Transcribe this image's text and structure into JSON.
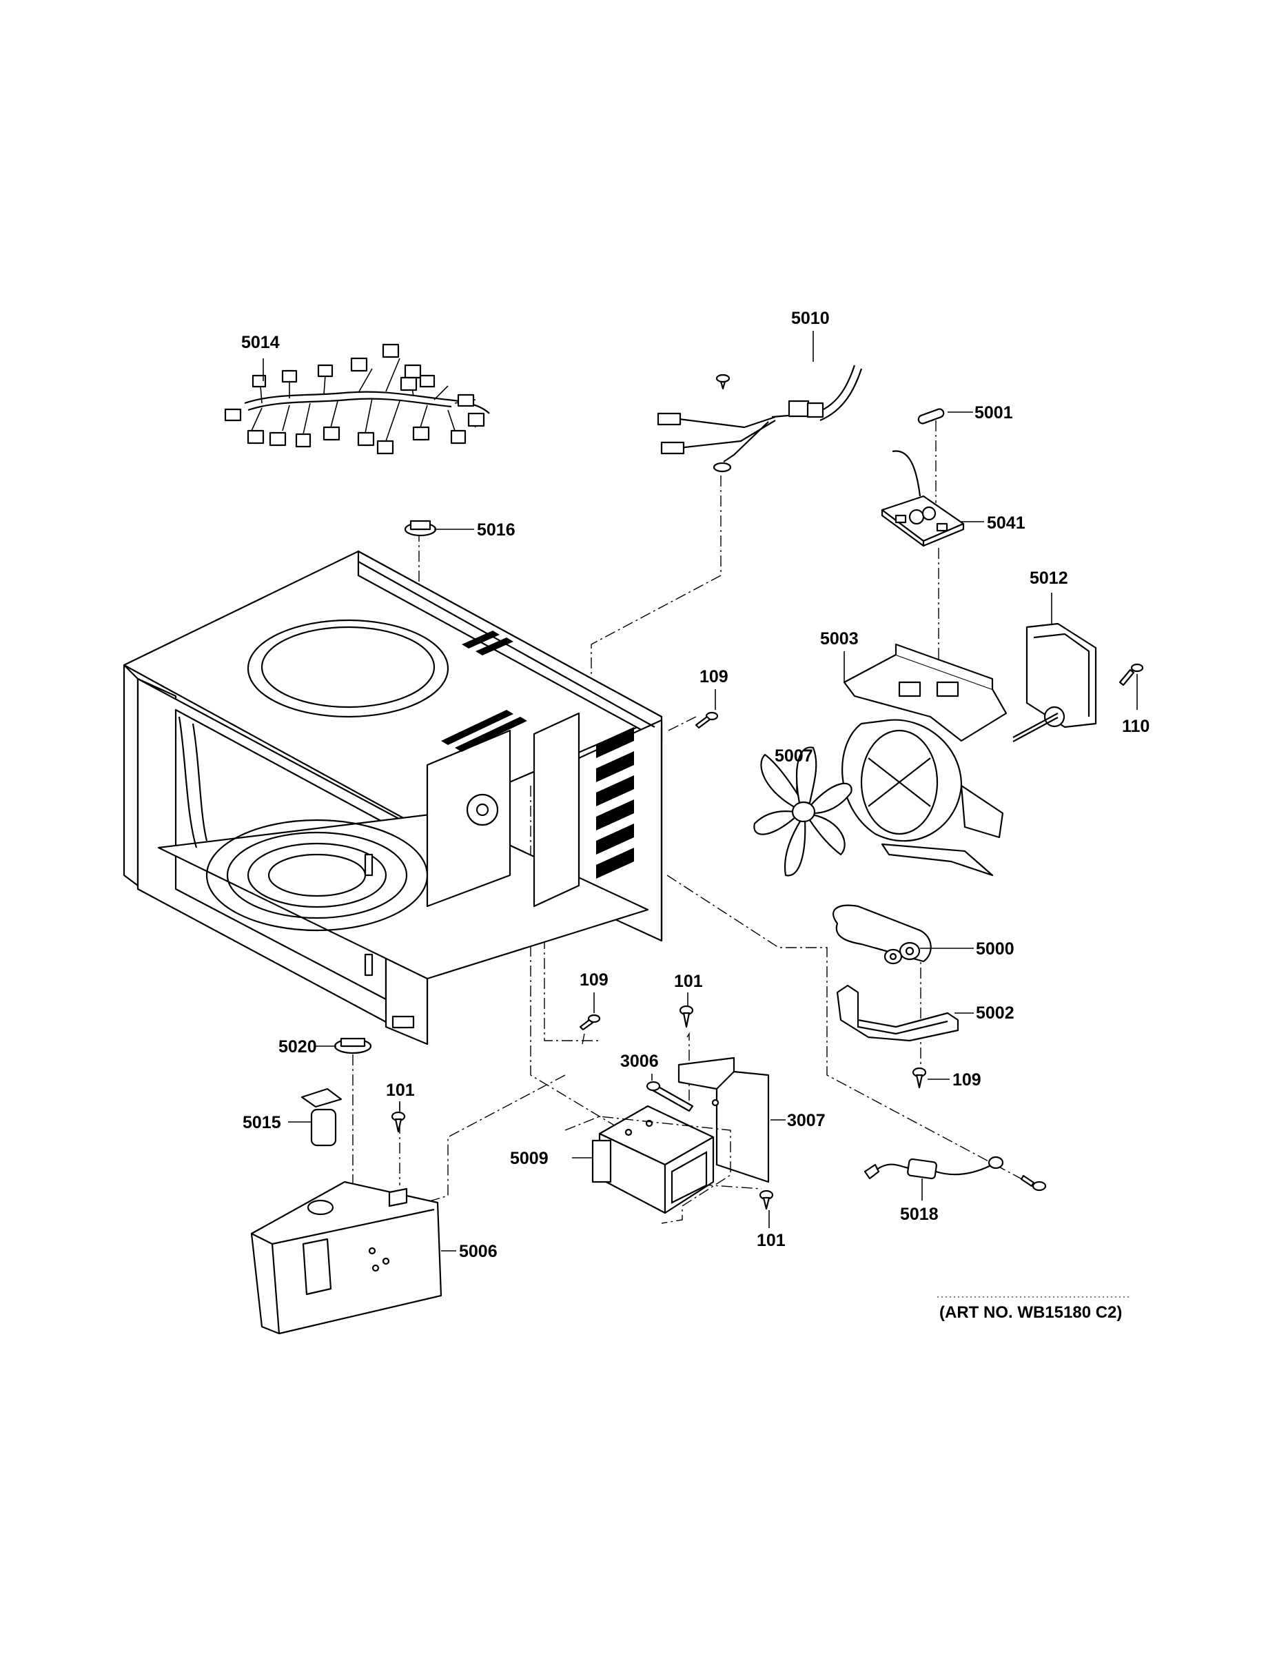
{
  "labels": {
    "p5014": "5014",
    "p5010": "5010",
    "p5001": "5001",
    "p5041": "5041",
    "p5016": "5016",
    "p5012": "5012",
    "p5003": "5003",
    "p109a": "109",
    "p110": "110",
    "p5007": "5007",
    "p5000": "5000",
    "p109b": "109",
    "p101a": "101",
    "p5002": "5002",
    "p5020": "5020",
    "p3006": "3006",
    "p109c": "109",
    "p5015": "5015",
    "p101b": "101",
    "p3007": "3007",
    "p5009": "5009",
    "p5018": "5018",
    "p101c": "101",
    "p5006": "5006"
  },
  "art_number": "(ART NO. WB15180 C2)"
}
